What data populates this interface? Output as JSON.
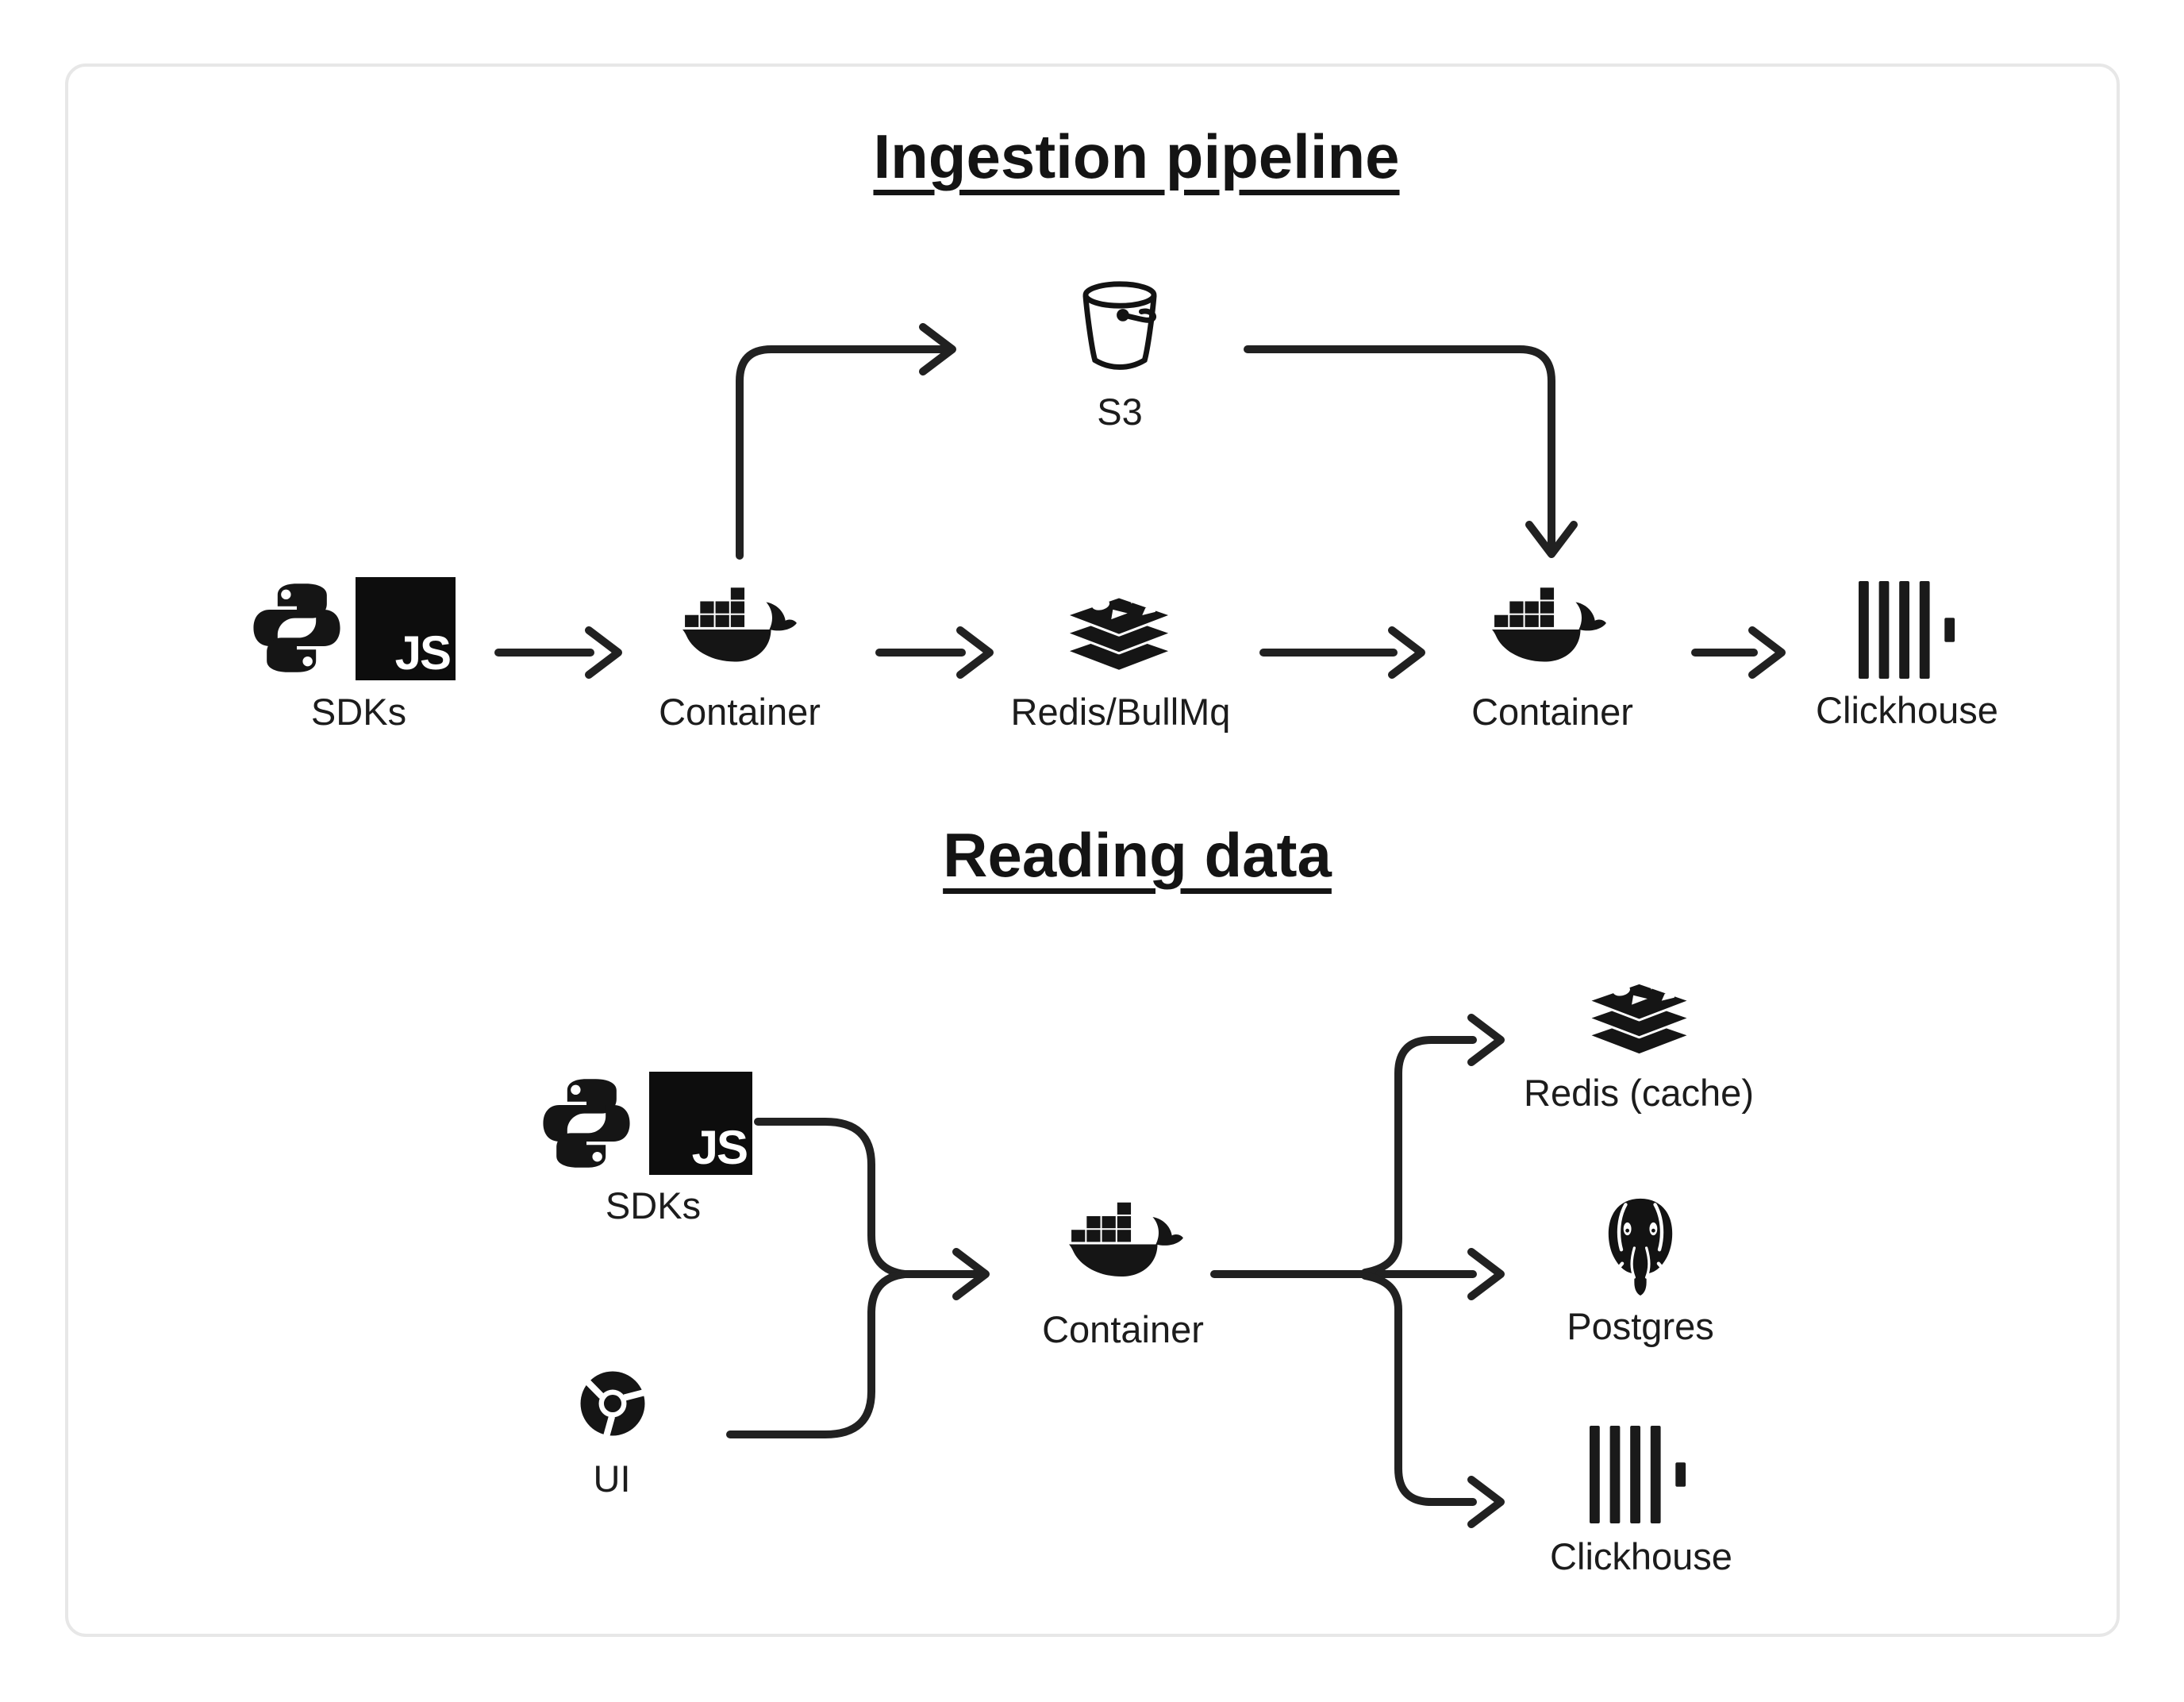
{
  "colors": {
    "ink": "#1c1c1c",
    "arrow": "#212121",
    "card_border": "#e7e7e7",
    "background": "#ffffff"
  },
  "badges": {
    "js": "JS"
  },
  "sections": [
    {
      "title": "Ingestion pipeline",
      "nodes": {
        "sdks": {
          "label": "SDKs",
          "icons": [
            "python-icon",
            "javascript-icon"
          ]
        },
        "s3": {
          "label": "S3",
          "icon": "s3-bucket-icon"
        },
        "container_ingest": {
          "label": "Container",
          "icon": "docker-icon"
        },
        "queue": {
          "label": "Redis/BullMq",
          "icon": "redis-icon"
        },
        "container_worker": {
          "label": "Container",
          "icon": "docker-icon"
        },
        "clickhouse": {
          "label": "Clickhouse",
          "icon": "clickhouse-icon"
        }
      },
      "edges": [
        "SDKs → Container",
        "Container → S3",
        "Container → Redis/BullMq",
        "Redis/BullMq → Container",
        "S3 → Container",
        "Container → Clickhouse"
      ]
    },
    {
      "title": "Reading data",
      "nodes": {
        "sdks": {
          "label": "SDKs",
          "icons": [
            "python-icon",
            "javascript-icon"
          ]
        },
        "ui": {
          "label": "UI",
          "icon": "chrome-icon"
        },
        "container": {
          "label": "Container",
          "icon": "docker-icon"
        },
        "redis_cache": {
          "label": "Redis (cache)",
          "icon": "redis-icon"
        },
        "postgres": {
          "label": "Postgres",
          "icon": "postgres-icon"
        },
        "clickhouse": {
          "label": "Clickhouse",
          "icon": "clickhouse-icon"
        }
      },
      "edges": [
        "SDKs → Container",
        "UI → Container",
        "Container → Redis (cache)",
        "Container → Postgres",
        "Container → Clickhouse"
      ]
    }
  ]
}
